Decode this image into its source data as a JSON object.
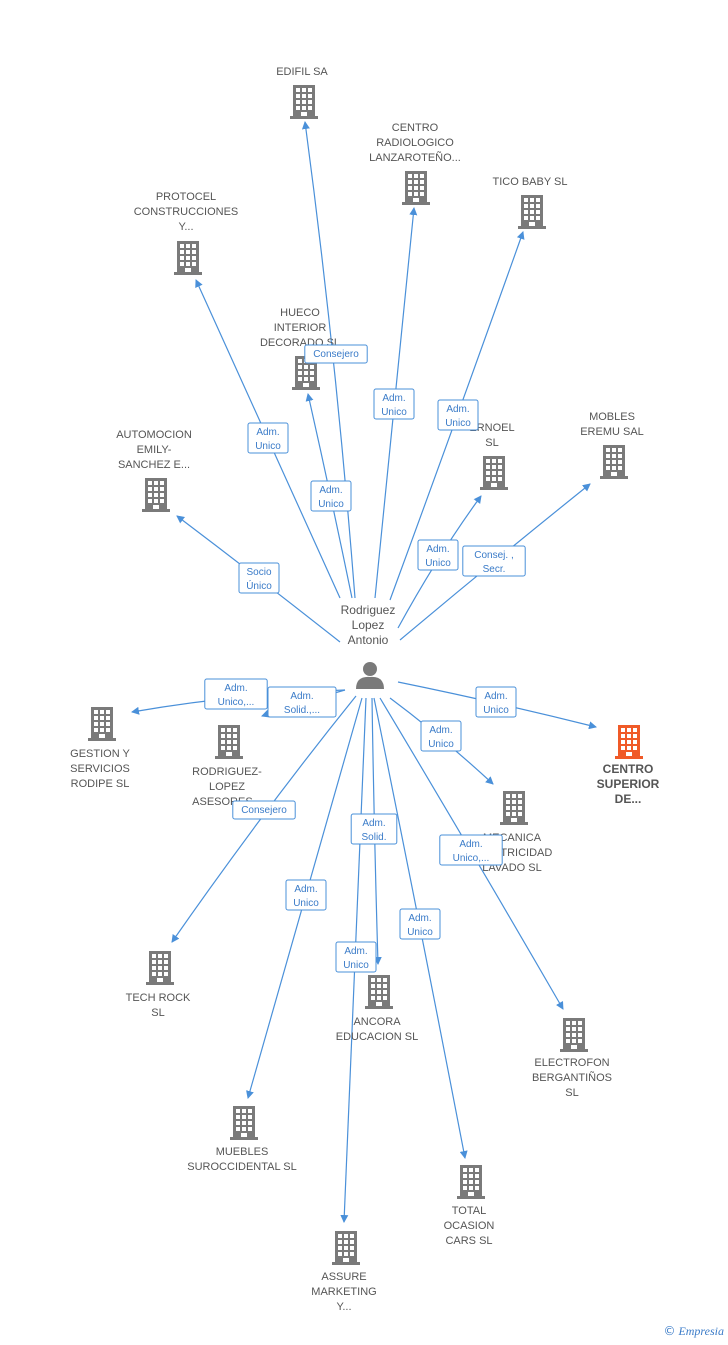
{
  "center": {
    "name_lines": [
      "Rodriguez",
      "Lopez",
      "Antonio"
    ],
    "icon": "person-icon"
  },
  "colors": {
    "edge": "#4a90d9",
    "building": "#7a7a7a",
    "highlight_building": "#f05a28"
  },
  "companies": [
    {
      "id": "edifil",
      "lines": [
        "EDIFIL SA"
      ],
      "role_lines": []
    },
    {
      "id": "centro-radiologico",
      "lines": [
        "CENTRO",
        "RADIOLOGICO",
        "LANZAROTEÑO..."
      ],
      "role_lines": [
        "Adm.",
        "Unico"
      ]
    },
    {
      "id": "tico-baby",
      "lines": [
        "TICO BABY SL"
      ],
      "role_lines": [
        "Adm.",
        "Unico"
      ]
    },
    {
      "id": "protocel",
      "lines": [
        "PROTOCEL",
        "CONSTRUCCIONES",
        "Y..."
      ],
      "role_lines": [
        "Adm.",
        "Unico"
      ]
    },
    {
      "id": "hueco-interior",
      "lines": [
        "HUECO",
        "INTERIOR",
        "DECORADO SL"
      ],
      "role_lines": [
        "Adm.",
        "Unico"
      ]
    },
    {
      "id": "automocion",
      "lines": [
        "AUTOMOCION",
        "EMILY-",
        "SANCHEZ E..."
      ],
      "role_lines": [
        "Socio",
        "Único"
      ]
    },
    {
      "id": "ernoel",
      "lines": [
        "ERNOEL",
        "SL"
      ],
      "role_lines": [
        "Adm.",
        "Unico"
      ]
    },
    {
      "id": "mobles-eremu",
      "lines": [
        "MOBLES",
        "EREMU SAL"
      ],
      "role_lines": [
        "Consej. ,",
        "Secr."
      ]
    },
    {
      "id": "gestion-rodipe",
      "lines": [
        "GESTION Y",
        "SERVICIOS",
        "RODIPE  SL"
      ],
      "role_lines": [
        "Adm.",
        "Unico,..."
      ]
    },
    {
      "id": "rodriguez-lopez",
      "lines": [
        "RODRIGUEZ-",
        "LOPEZ",
        "ASESORES..."
      ],
      "role_lines": [
        "Adm.",
        "Solid.,..."
      ]
    },
    {
      "id": "centro-superior",
      "lines": [
        "CENTRO",
        "SUPERIOR",
        "DE..."
      ],
      "role_lines": [
        "Adm.",
        "Unico"
      ],
      "highlight": true
    },
    {
      "id": "mecanica",
      "lines": [
        "MECANICA",
        "ELECTRICIDAD",
        "LAVADO  SL"
      ],
      "role_lines": [
        "Adm.",
        "Unico"
      ]
    },
    {
      "id": "tech-rock",
      "lines": [
        "TECH ROCK",
        "SL"
      ],
      "role_lines": [
        "Consejero"
      ]
    },
    {
      "id": "ancora",
      "lines": [
        "ANCORA",
        "EDUCACION SL"
      ],
      "role_lines": [
        "Adm.",
        "Solid."
      ]
    },
    {
      "id": "electrofon",
      "lines": [
        "ELECTROFON",
        "BERGANTIÑOS",
        "SL"
      ],
      "role_lines": [
        "Adm.",
        "Unico,..."
      ]
    },
    {
      "id": "muebles-suroccidental",
      "lines": [
        "MUEBLES",
        "SUROCCIDENTAL SL"
      ],
      "role_lines": [
        "Adm.",
        "Unico"
      ]
    },
    {
      "id": "total-ocasion",
      "lines": [
        "TOTAL",
        "OCASION",
        "CARS  SL"
      ],
      "role_lines": [
        "Adm.",
        "Unico"
      ]
    },
    {
      "id": "assure-marketing",
      "lines": [
        "ASSURE",
        "MARKETING",
        "Y..."
      ],
      "role_lines": [
        "Adm.",
        "Unico"
      ]
    }
  ],
  "extra_labels": [
    {
      "for": "edifil",
      "role_lines": [
        "Consejero"
      ]
    }
  ],
  "footer": {
    "copyright": "©",
    "brand": "Empresia"
  }
}
